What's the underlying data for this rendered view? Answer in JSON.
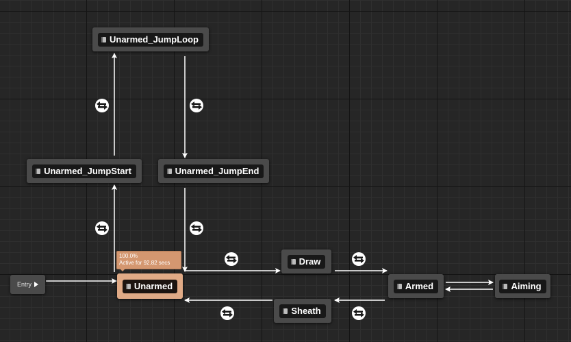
{
  "entry": {
    "label": "Entry"
  },
  "states": {
    "jump_loop": "Unarmed_JumpLoop",
    "jump_start": "Unarmed_JumpStart",
    "jump_end": "Unarmed_JumpEnd",
    "unarmed": "Unarmed",
    "draw": "Draw",
    "armed": "Armed",
    "aiming": "Aiming",
    "sheath": "Sheath"
  },
  "active_state": {
    "weight": "100.0%",
    "active_time": "Active for 92.82 secs"
  },
  "colors": {
    "background": "#262626",
    "node": "#4a4a4a",
    "active_node": "#e0aa86",
    "tooltip": "#d49770",
    "arrow": "#ffffff"
  },
  "icons": {
    "state": "state-node-icon",
    "transition": "transition-rule-icon",
    "entry": "play-icon"
  }
}
